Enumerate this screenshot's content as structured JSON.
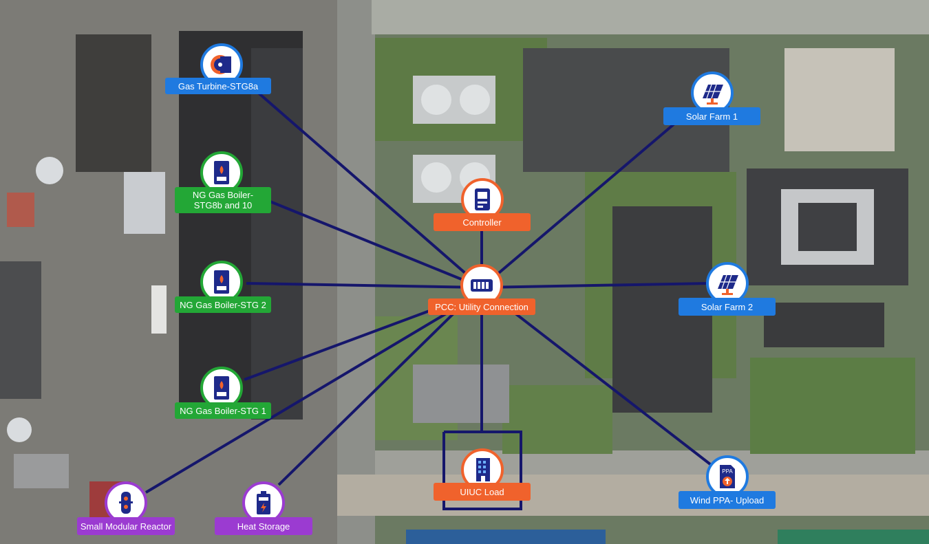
{
  "hub": {
    "label": "PCC: Utility Connection",
    "icon": "utility-connection-icon"
  },
  "nodes": [
    {
      "id": "gas-turbine-stg8a",
      "label": "Gas Turbine-STG8a",
      "category": "blue",
      "icon": "gas-turbine-icon"
    },
    {
      "id": "ng-gas-boiler-stg8b-10",
      "label": "NG Gas Boiler-STG8b and 10",
      "category": "green",
      "icon": "boiler-icon"
    },
    {
      "id": "ng-gas-boiler-stg2",
      "label": "NG Gas Boiler-STG 2",
      "category": "green",
      "icon": "boiler-icon"
    },
    {
      "id": "ng-gas-boiler-stg1",
      "label": "NG Gas Boiler-STG 1",
      "category": "green",
      "icon": "boiler-icon"
    },
    {
      "id": "small-modular-reactor",
      "label": "Small Modular Reactor",
      "category": "purple",
      "icon": "reactor-icon"
    },
    {
      "id": "heat-storage",
      "label": "Heat Storage",
      "category": "purple",
      "icon": "battery-icon"
    },
    {
      "id": "controller",
      "label": "Controller",
      "category": "orange",
      "icon": "controller-terminal-icon"
    },
    {
      "id": "uiuc-load",
      "label": "UIUC Load",
      "category": "orange",
      "icon": "building-icon"
    },
    {
      "id": "solar-farm-1",
      "label": "Solar Farm 1",
      "category": "blue",
      "icon": "solar-panel-icon"
    },
    {
      "id": "solar-farm-2",
      "label": "Solar Farm 2",
      "category": "blue",
      "icon": "solar-panel-icon"
    },
    {
      "id": "wind-ppa-upload",
      "label": "Wind PPA- Upload",
      "category": "blue",
      "icon": "ppa-upload-icon"
    }
  ],
  "icon_text": {
    "ppa": "PPA"
  },
  "colors": {
    "blue": "#1f7ae0",
    "green": "#23a736",
    "orange": "#f0622c",
    "purple": "#9b3bd1",
    "connector": "#15166b"
  }
}
